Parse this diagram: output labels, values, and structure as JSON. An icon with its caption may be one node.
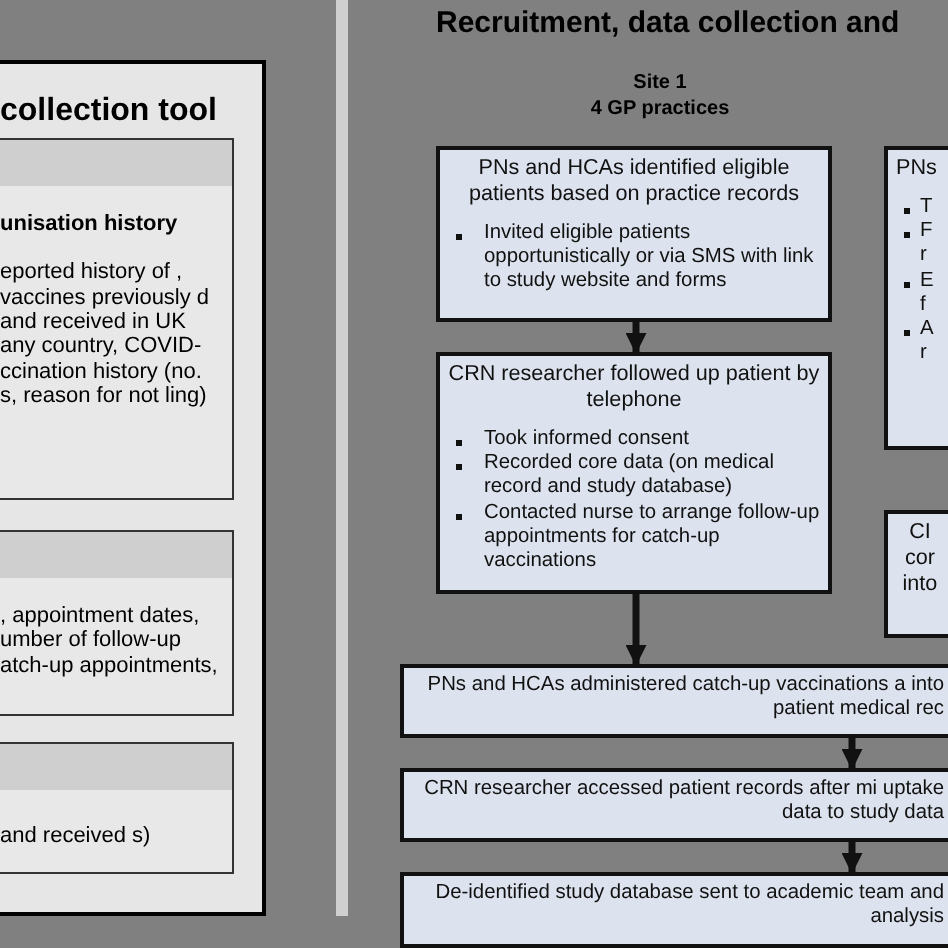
{
  "diagram": {
    "title": "Recruitment, data collection and",
    "nodes": [
      {
        "text": [
          "collection tool"
        ]
      },
      {
        "text": [
          "unisation history",
          "eported history of , vaccines previously d and received in UK any country, COVID- ccination history (no. s, reason for not ling)"
        ],
        "in": 0
      },
      {
        "text": [
          ", appointment dates, umber of follow-up atch-up appointments,"
        ],
        "in": 0
      },
      {
        "text": [
          "and received s)"
        ],
        "in": 0
      },
      {
        "text": [
          "PNs and HCAs identified eligible patients based on practice records",
          "Invited eligible patients opportunistically or via SMS with link to study website and forms"
        ]
      },
      {
        "text": [
          "CRN researcher followed up patient by telephone",
          "Took informed consent",
          "Recorded core data (on medical record and study database)",
          "Contacted nurse to arrange follow-up appointments for catch-up vaccinations"
        ]
      },
      {
        "text": [
          "PNs",
          "T",
          "F r",
          "E f",
          "A r"
        ]
      },
      {
        "text": [
          "CI cor into"
        ]
      },
      {
        "text": [
          "PNs and HCAs administered catch-up vaccinations a into patient medical rec"
        ]
      },
      {
        "text": [
          "CRN researcher accessed patient records after mi uptake data to study data"
        ]
      },
      {
        "text": [
          "De-identified study database sent to academic team and analysis"
        ]
      }
    ],
    "edges": [
      {
        "from": 4,
        "to": 5,
        "arrow": "to"
      },
      {
        "from": 5,
        "to": 8,
        "arrow": "to"
      },
      {
        "from": 8,
        "to": 9,
        "arrow": "to"
      },
      {
        "from": 9,
        "to": 10,
        "arrow": "to"
      }
    ],
    "labels": [
      "Site 1",
      "4 GP practices"
    ]
  }
}
